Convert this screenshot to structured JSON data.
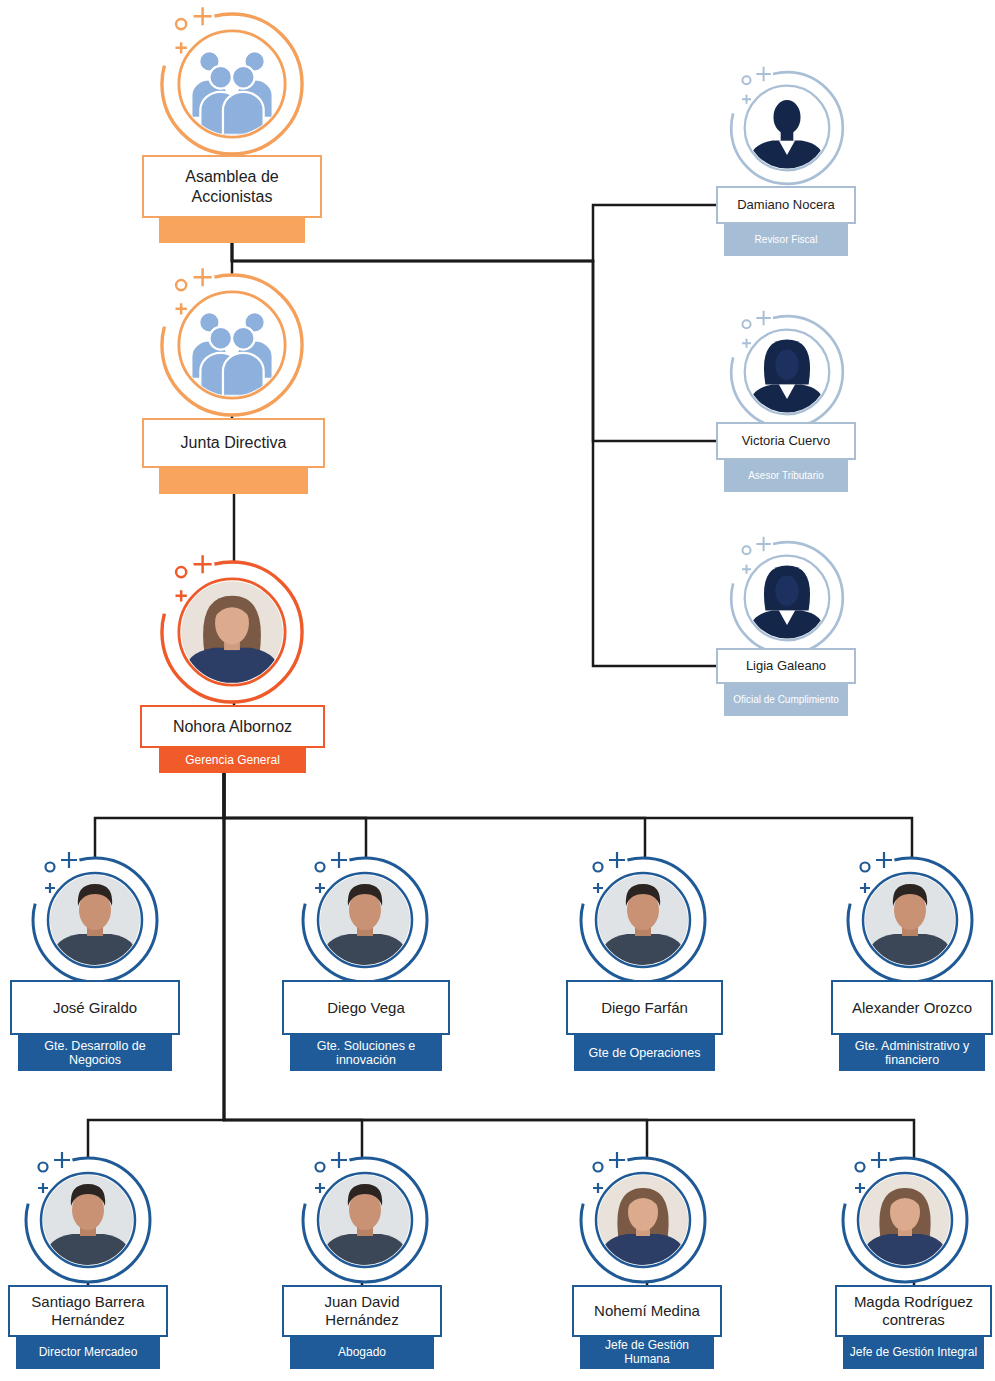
{
  "diagram": {
    "nodes": [
      {
        "text": [
          "Asamblea de Accionistas"
        ]
      },
      {
        "text": [
          "Junta Directiva"
        ]
      },
      {
        "text": [
          "Nohora Albornoz",
          "Gerencia General"
        ]
      },
      {
        "text": [
          "Damiano Nocera",
          "Revisor Fiscal"
        ]
      },
      {
        "text": [
          "Victoria Cuervo",
          "Asesor Tributario"
        ]
      },
      {
        "text": [
          "Ligia Galeano",
          "Oficial de Cumplimiento"
        ]
      },
      {
        "text": [
          "José Giraldo",
          "Gte. Desarrollo de Negocios"
        ]
      },
      {
        "text": [
          "Diego Vega",
          "Gte. Soluciones e innovación"
        ]
      },
      {
        "text": [
          "Diego Farfán",
          "Gte de Operaciones"
        ]
      },
      {
        "text": [
          "Alexander Orozco",
          "Gte. Administrativo y financiero"
        ]
      },
      {
        "text": [
          "Santiago Barrera Hernández",
          "Director Mercadeo"
        ]
      },
      {
        "text": [
          "Juan David Hernández",
          "Abogado"
        ]
      },
      {
        "text": [
          "Nohemí Medina",
          "Jefe de Gestión Humana"
        ]
      },
      {
        "text": [
          "Magda Rodríguez contreras",
          "Jefe de Gestión Integral"
        ]
      }
    ],
    "edges": [
      {
        "from": 0,
        "to": 1,
        "arrow": "none"
      },
      {
        "from": 1,
        "to": 2,
        "arrow": "none"
      },
      {
        "from": 0,
        "to": 3,
        "arrow": "none"
      },
      {
        "from": 0,
        "to": 4,
        "arrow": "none"
      },
      {
        "from": 0,
        "to": 5,
        "arrow": "none"
      },
      {
        "from": 2,
        "to": 6,
        "arrow": "none"
      },
      {
        "from": 2,
        "to": 7,
        "arrow": "none"
      },
      {
        "from": 2,
        "to": 8,
        "arrow": "none"
      },
      {
        "from": 2,
        "to": 9,
        "arrow": "none"
      },
      {
        "from": 2,
        "to": 10,
        "arrow": "none"
      },
      {
        "from": 2,
        "to": 11,
        "arrow": "none"
      },
      {
        "from": 2,
        "to": 12,
        "arrow": "none"
      },
      {
        "from": 2,
        "to": 13,
        "arrow": "none"
      }
    ]
  }
}
